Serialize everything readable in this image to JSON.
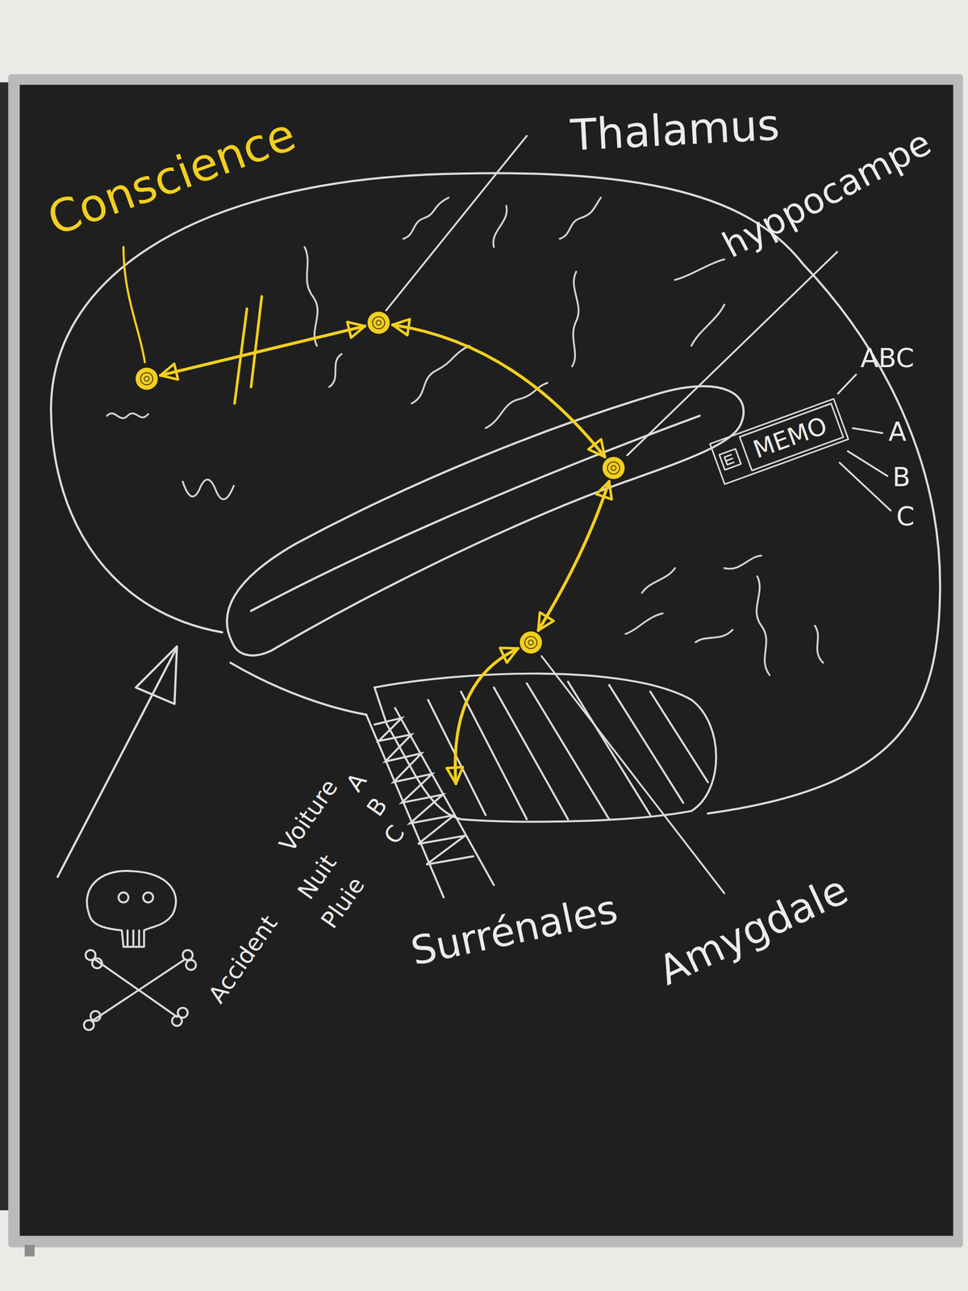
{
  "diagram": {
    "nodes": [
      {
        "text": [
          "Conscience"
        ]
      },
      {
        "text": [
          "Thalamus"
        ]
      },
      {
        "text": [
          "hyppocampe"
        ]
      },
      {
        "text": [
          "MEMO"
        ]
      },
      {
        "text": [
          "Amygdale"
        ]
      },
      {
        "text": [
          "Surrénales"
        ]
      }
    ],
    "edges": [
      {
        "from": 0,
        "to": 1,
        "arrow": "both"
      },
      {
        "from": 1,
        "to": 2,
        "arrow": "both"
      },
      {
        "from": 2,
        "to": 4,
        "arrow": "both"
      },
      {
        "from": 4,
        "to": 5,
        "arrow": "both"
      }
    ],
    "labels": [
      "ABC",
      "A",
      "B",
      "C",
      "Voiture",
      "A",
      "Accident",
      "Nuit",
      "B",
      "Pluie",
      "C"
    ]
  }
}
